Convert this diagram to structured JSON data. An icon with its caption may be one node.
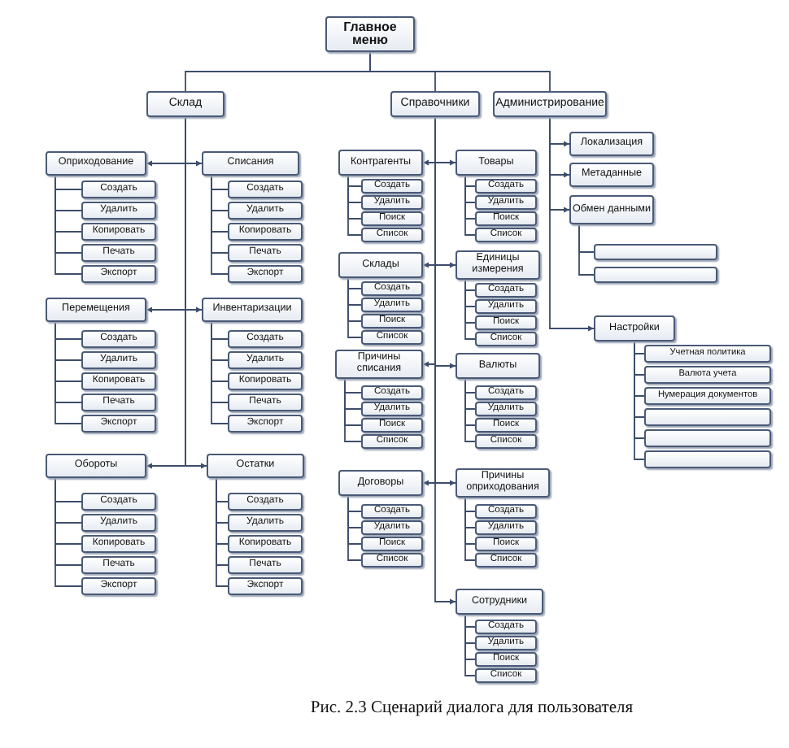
{
  "diagram": {
    "caption": "Рис.  2.3 Сценарий диалога для пользователя",
    "nodes": [
      {
        "text": [
          "Главное меню"
        ]
      },
      {
        "text": [
          "Склад"
        ]
      },
      {
        "text": [
          "Справочники"
        ]
      },
      {
        "text": [
          "Администрирование"
        ]
      },
      {
        "text": [
          "Оприходование"
        ]
      },
      {
        "text": [
          "Создать"
        ]
      },
      {
        "text": [
          "Удалить"
        ]
      },
      {
        "text": [
          "Копировать"
        ]
      },
      {
        "text": [
          "Печать"
        ]
      },
      {
        "text": [
          "Экспорт"
        ]
      },
      {
        "text": [
          "Списания"
        ]
      },
      {
        "text": [
          "Создать"
        ]
      },
      {
        "text": [
          "Удалить"
        ]
      },
      {
        "text": [
          "Копировать"
        ]
      },
      {
        "text": [
          "Печать"
        ]
      },
      {
        "text": [
          "Экспорт"
        ]
      },
      {
        "text": [
          "Перемещения"
        ]
      },
      {
        "text": [
          "Создать"
        ]
      },
      {
        "text": [
          "Удалить"
        ]
      },
      {
        "text": [
          "Копировать"
        ]
      },
      {
        "text": [
          "Печать"
        ]
      },
      {
        "text": [
          "Экспорт"
        ]
      },
      {
        "text": [
          "Инвентаризации"
        ]
      },
      {
        "text": [
          "Создать"
        ]
      },
      {
        "text": [
          "Удалить"
        ]
      },
      {
        "text": [
          "Копировать"
        ]
      },
      {
        "text": [
          "Печать"
        ]
      },
      {
        "text": [
          "Экспорт"
        ]
      },
      {
        "text": [
          "Обороты"
        ]
      },
      {
        "text": [
          "Создать"
        ]
      },
      {
        "text": [
          "Удалить"
        ]
      },
      {
        "text": [
          "Копировать"
        ]
      },
      {
        "text": [
          "Печать"
        ]
      },
      {
        "text": [
          "Экспорт"
        ]
      },
      {
        "text": [
          "Остатки"
        ]
      },
      {
        "text": [
          "Создать"
        ]
      },
      {
        "text": [
          "Удалить"
        ]
      },
      {
        "text": [
          "Копировать"
        ]
      },
      {
        "text": [
          "Печать"
        ]
      },
      {
        "text": [
          "Экспорт"
        ]
      },
      {
        "text": [
          "Контрагенты"
        ]
      },
      {
        "text": [
          "Создать"
        ]
      },
      {
        "text": [
          "Удалить"
        ]
      },
      {
        "text": [
          "Поиск"
        ]
      },
      {
        "text": [
          "Список"
        ]
      },
      {
        "text": [
          "Товары"
        ]
      },
      {
        "text": [
          "Создать"
        ]
      },
      {
        "text": [
          "Удалить"
        ]
      },
      {
        "text": [
          "Поиск"
        ]
      },
      {
        "text": [
          "Список"
        ]
      },
      {
        "text": [
          "Склады"
        ]
      },
      {
        "text": [
          "Создать"
        ]
      },
      {
        "text": [
          "Удалить"
        ]
      },
      {
        "text": [
          "Поиск"
        ]
      },
      {
        "text": [
          "Список"
        ]
      },
      {
        "text": [
          "Единицы измерения"
        ]
      },
      {
        "text": [
          "Создать"
        ]
      },
      {
        "text": [
          "Удалить"
        ]
      },
      {
        "text": [
          "Поиск"
        ]
      },
      {
        "text": [
          "Список"
        ]
      },
      {
        "text": [
          "Причины списания"
        ]
      },
      {
        "text": [
          "Создать"
        ]
      },
      {
        "text": [
          "Удалить"
        ]
      },
      {
        "text": [
          "Поиск"
        ]
      },
      {
        "text": [
          "Список"
        ]
      },
      {
        "text": [
          "Валюты"
        ]
      },
      {
        "text": [
          "Создать"
        ]
      },
      {
        "text": [
          "Удалить"
        ]
      },
      {
        "text": [
          "Поиск"
        ]
      },
      {
        "text": [
          "Список"
        ]
      },
      {
        "text": [
          "Договоры"
        ]
      },
      {
        "text": [
          "Создать"
        ]
      },
      {
        "text": [
          "Удалить"
        ]
      },
      {
        "text": [
          "Поиск"
        ]
      },
      {
        "text": [
          "Список"
        ]
      },
      {
        "text": [
          "Причины оприходования"
        ]
      },
      {
        "text": [
          "Создать"
        ]
      },
      {
        "text": [
          "Удалить"
        ]
      },
      {
        "text": [
          "Поиск"
        ]
      },
      {
        "text": [
          "Список"
        ]
      },
      {
        "text": [
          "Сотрудники"
        ]
      },
      {
        "text": [
          "Создать"
        ]
      },
      {
        "text": [
          "Удалить"
        ]
      },
      {
        "text": [
          "Поиск"
        ]
      },
      {
        "text": [
          "Список"
        ]
      },
      {
        "text": [
          "Локализация"
        ]
      },
      {
        "text": [
          "Метаданные"
        ]
      },
      {
        "text": [
          "Обмен данными"
        ]
      },
      {
        "text": [],
        "shape": "box"
      },
      {
        "text": [],
        "shape": "box"
      },
      {
        "text": [
          "Настройки"
        ]
      },
      {
        "text": [
          "Учетная политика"
        ]
      },
      {
        "text": [
          "Валюта учета"
        ]
      },
      {
        "text": [
          "Нумерация документов"
        ]
      },
      {
        "text": [],
        "shape": "box"
      },
      {
        "text": [],
        "shape": "box"
      },
      {
        "text": [],
        "shape": "box"
      }
    ],
    "edges": [
      {
        "from": 0,
        "to": 1,
        "arrow": "none"
      },
      {
        "from": 0,
        "to": 2,
        "arrow": "none"
      },
      {
        "from": 0,
        "to": 3,
        "arrow": "none"
      },
      {
        "from": 1,
        "to": 4,
        "arrow": "to"
      },
      {
        "from": 1,
        "to": 10,
        "arrow": "to"
      },
      {
        "from": 1,
        "to": 16,
        "arrow": "to"
      },
      {
        "from": 1,
        "to": 22,
        "arrow": "to"
      },
      {
        "from": 1,
        "to": 28,
        "arrow": "to"
      },
      {
        "from": 1,
        "to": 34,
        "arrow": "to"
      },
      {
        "from": 4,
        "to": 5,
        "arrow": "none"
      },
      {
        "from": 4,
        "to": 6,
        "arrow": "none"
      },
      {
        "from": 4,
        "to": 7,
        "arrow": "none"
      },
      {
        "from": 4,
        "to": 8,
        "arrow": "none"
      },
      {
        "from": 4,
        "to": 9,
        "arrow": "none"
      },
      {
        "from": 10,
        "to": 11,
        "arrow": "none"
      },
      {
        "from": 10,
        "to": 12,
        "arrow": "none"
      },
      {
        "from": 10,
        "to": 13,
        "arrow": "none"
      },
      {
        "from": 10,
        "to": 14,
        "arrow": "none"
      },
      {
        "from": 10,
        "to": 15,
        "arrow": "none"
      },
      {
        "from": 16,
        "to": 17,
        "arrow": "none"
      },
      {
        "from": 16,
        "to": 18,
        "arrow": "none"
      },
      {
        "from": 16,
        "to": 19,
        "arrow": "none"
      },
      {
        "from": 16,
        "to": 20,
        "arrow": "none"
      },
      {
        "from": 16,
        "to": 21,
        "arrow": "none"
      },
      {
        "from": 22,
        "to": 23,
        "arrow": "none"
      },
      {
        "from": 22,
        "to": 24,
        "arrow": "none"
      },
      {
        "from": 22,
        "to": 25,
        "arrow": "none"
      },
      {
        "from": 22,
        "to": 26,
        "arrow": "none"
      },
      {
        "from": 22,
        "to": 27,
        "arrow": "none"
      },
      {
        "from": 28,
        "to": 29,
        "arrow": "none"
      },
      {
        "from": 28,
        "to": 30,
        "arrow": "none"
      },
      {
        "from": 28,
        "to": 31,
        "arrow": "none"
      },
      {
        "from": 28,
        "to": 32,
        "arrow": "none"
      },
      {
        "from": 28,
        "to": 33,
        "arrow": "none"
      },
      {
        "from": 34,
        "to": 35,
        "arrow": "none"
      },
      {
        "from": 34,
        "to": 36,
        "arrow": "none"
      },
      {
        "from": 34,
        "to": 37,
        "arrow": "none"
      },
      {
        "from": 34,
        "to": 38,
        "arrow": "none"
      },
      {
        "from": 34,
        "to": 39,
        "arrow": "none"
      },
      {
        "from": 2,
        "to": 40,
        "arrow": "to"
      },
      {
        "from": 2,
        "to": 45,
        "arrow": "to"
      },
      {
        "from": 2,
        "to": 50,
        "arrow": "to"
      },
      {
        "from": 2,
        "to": 55,
        "arrow": "to"
      },
      {
        "from": 2,
        "to": 60,
        "arrow": "to"
      },
      {
        "from": 2,
        "to": 65,
        "arrow": "to"
      },
      {
        "from": 2,
        "to": 70,
        "arrow": "to"
      },
      {
        "from": 2,
        "to": 75,
        "arrow": "to"
      },
      {
        "from": 2,
        "to": 80,
        "arrow": "to"
      },
      {
        "from": 40,
        "to": 41,
        "arrow": "none"
      },
      {
        "from": 40,
        "to": 42,
        "arrow": "none"
      },
      {
        "from": 40,
        "to": 43,
        "arrow": "none"
      },
      {
        "from": 40,
        "to": 44,
        "arrow": "none"
      },
      {
        "from": 45,
        "to": 46,
        "arrow": "none"
      },
      {
        "from": 45,
        "to": 47,
        "arrow": "none"
      },
      {
        "from": 45,
        "to": 48,
        "arrow": "none"
      },
      {
        "from": 45,
        "to": 49,
        "arrow": "none"
      },
      {
        "from": 50,
        "to": 51,
        "arrow": "none"
      },
      {
        "from": 50,
        "to": 52,
        "arrow": "none"
      },
      {
        "from": 50,
        "to": 53,
        "arrow": "none"
      },
      {
        "from": 50,
        "to": 54,
        "arrow": "none"
      },
      {
        "from": 55,
        "to": 56,
        "arrow": "none"
      },
      {
        "from": 55,
        "to": 57,
        "arrow": "none"
      },
      {
        "from": 55,
        "to": 58,
        "arrow": "none"
      },
      {
        "from": 55,
        "to": 59,
        "arrow": "none"
      },
      {
        "from": 60,
        "to": 61,
        "arrow": "none"
      },
      {
        "from": 60,
        "to": 62,
        "arrow": "none"
      },
      {
        "from": 60,
        "to": 63,
        "arrow": "none"
      },
      {
        "from": 60,
        "to": 64,
        "arrow": "none"
      },
      {
        "from": 65,
        "to": 66,
        "arrow": "none"
      },
      {
        "from": 65,
        "to": 67,
        "arrow": "none"
      },
      {
        "from": 65,
        "to": 68,
        "arrow": "none"
      },
      {
        "from": 65,
        "to": 69,
        "arrow": "none"
      },
      {
        "from": 70,
        "to": 71,
        "arrow": "none"
      },
      {
        "from": 70,
        "to": 72,
        "arrow": "none"
      },
      {
        "from": 70,
        "to": 73,
        "arrow": "none"
      },
      {
        "from": 70,
        "to": 74,
        "arrow": "none"
      },
      {
        "from": 75,
        "to": 76,
        "arrow": "none"
      },
      {
        "from": 75,
        "to": 77,
        "arrow": "none"
      },
      {
        "from": 75,
        "to": 78,
        "arrow": "none"
      },
      {
        "from": 75,
        "to": 79,
        "arrow": "none"
      },
      {
        "from": 80,
        "to": 81,
        "arrow": "none"
      },
      {
        "from": 80,
        "to": 82,
        "arrow": "none"
      },
      {
        "from": 80,
        "to": 83,
        "arrow": "none"
      },
      {
        "from": 80,
        "to": 84,
        "arrow": "none"
      },
      {
        "from": 3,
        "to": 85,
        "arrow": "to"
      },
      {
        "from": 3,
        "to": 86,
        "arrow": "to"
      },
      {
        "from": 3,
        "to": 87,
        "arrow": "to"
      },
      {
        "from": 3,
        "to": 90,
        "arrow": "to"
      },
      {
        "from": 87,
        "to": 88,
        "arrow": "none"
      },
      {
        "from": 87,
        "to": 89,
        "arrow": "none"
      },
      {
        "from": 90,
        "to": 91,
        "arrow": "none"
      },
      {
        "from": 90,
        "to": 92,
        "arrow": "none"
      },
      {
        "from": 90,
        "to": 93,
        "arrow": "none"
      },
      {
        "from": 90,
        "to": 94,
        "arrow": "none"
      },
      {
        "from": 90,
        "to": 95,
        "arrow": "none"
      },
      {
        "from": 90,
        "to": 96,
        "arrow": "none"
      }
    ]
  }
}
